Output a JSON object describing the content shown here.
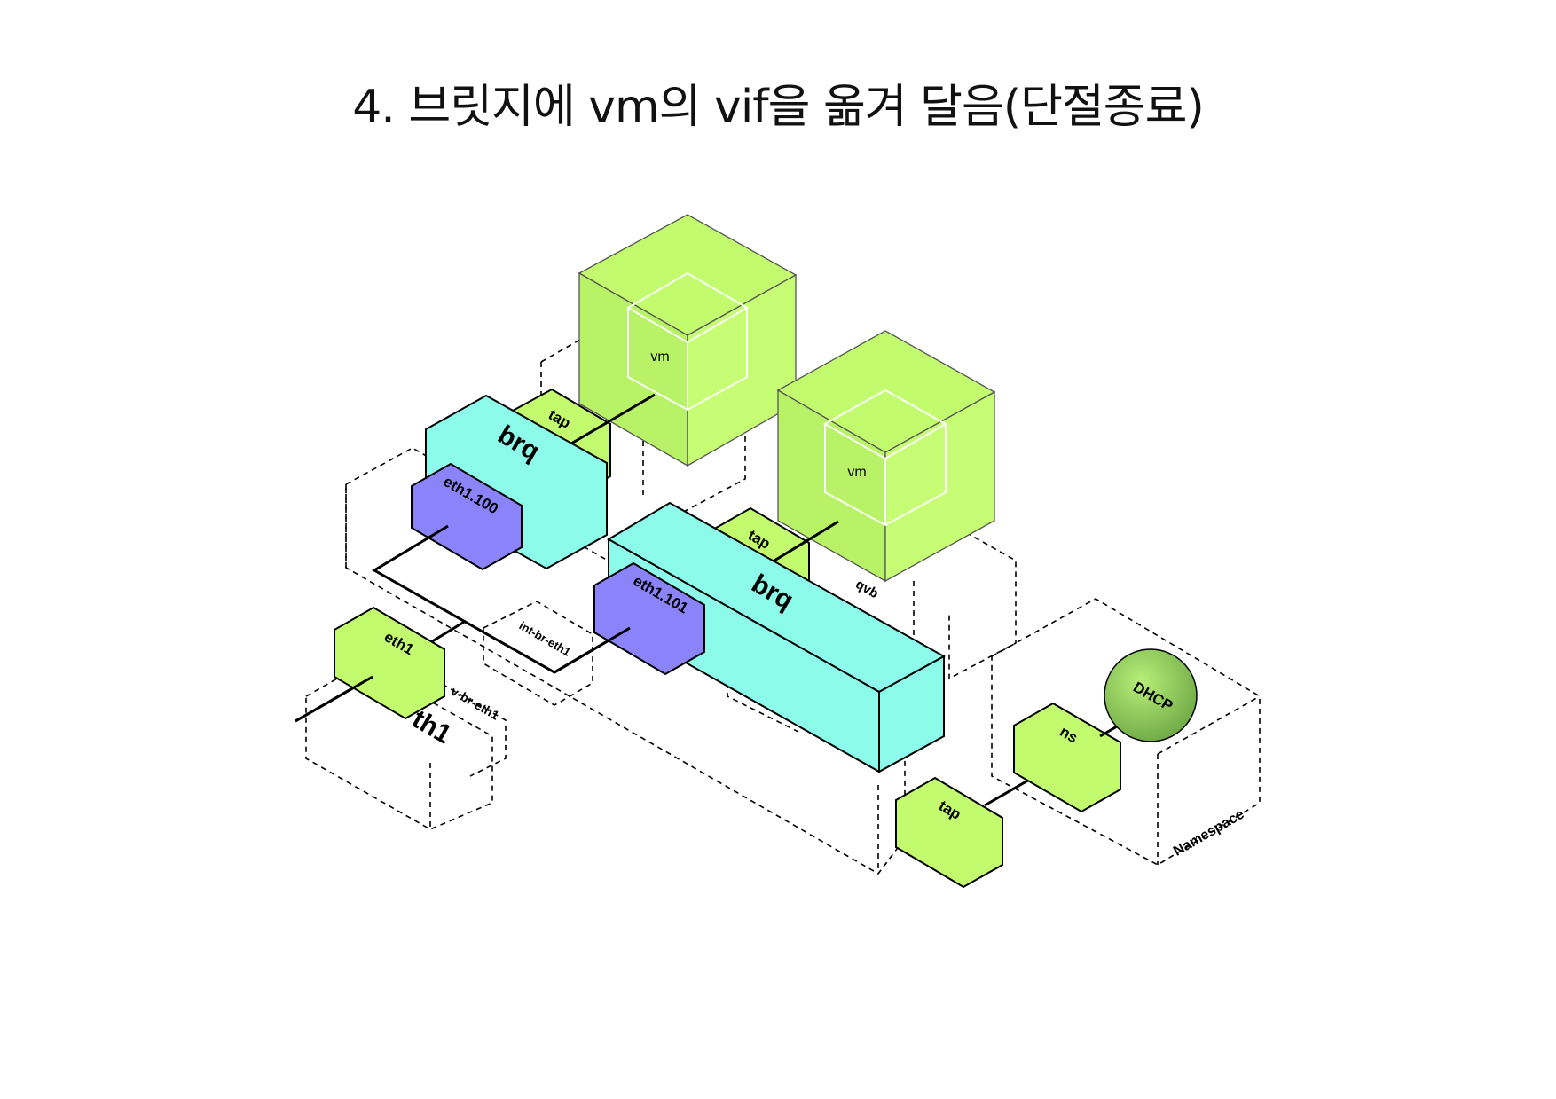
{
  "title": "4. 브릿지에 vm의 vif을 옮겨 달음(단절종료)",
  "colors": {
    "green": "#c2fc6e",
    "green_hex": "#bff970",
    "cyan": "#8dfbe9",
    "purple": "#8b83f9",
    "dhcp": "#8fcf5c"
  },
  "labels": {
    "vm1": "vm",
    "vm2": "vm",
    "tap1": "tap",
    "tap2": "tap",
    "tap3": "tap",
    "brq1": "brq",
    "brq2": "brq",
    "eth1_100": "eth1.100",
    "eth1_101": "eth1.101",
    "eth1": "eth1",
    "eth1_big": "th1",
    "int_br": "int-br-eth1",
    "phy_br": "v-br-eth1",
    "qvb": "qvb",
    "ns": "ns",
    "dhcp": "DHCP",
    "namespace": "Namespace"
  }
}
